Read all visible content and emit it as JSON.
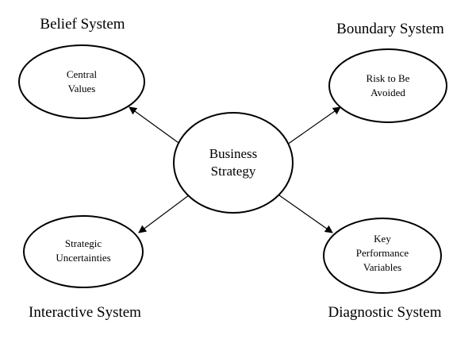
{
  "diagram": {
    "center": {
      "line1": "Business",
      "line2": "Strategy"
    },
    "belief": {
      "title": "Belief System",
      "line1": "Central",
      "line2": "Values"
    },
    "boundary": {
      "title": "Boundary System",
      "line1": "Risk to Be",
      "line2": "Avoided"
    },
    "interactive": {
      "title": "Interactive System",
      "line1": "Strategic",
      "line2": "Uncertainties"
    },
    "diagnostic": {
      "title": "Diagnostic System",
      "line1": "Key",
      "line2": "Performance",
      "line3": "Variables"
    }
  }
}
